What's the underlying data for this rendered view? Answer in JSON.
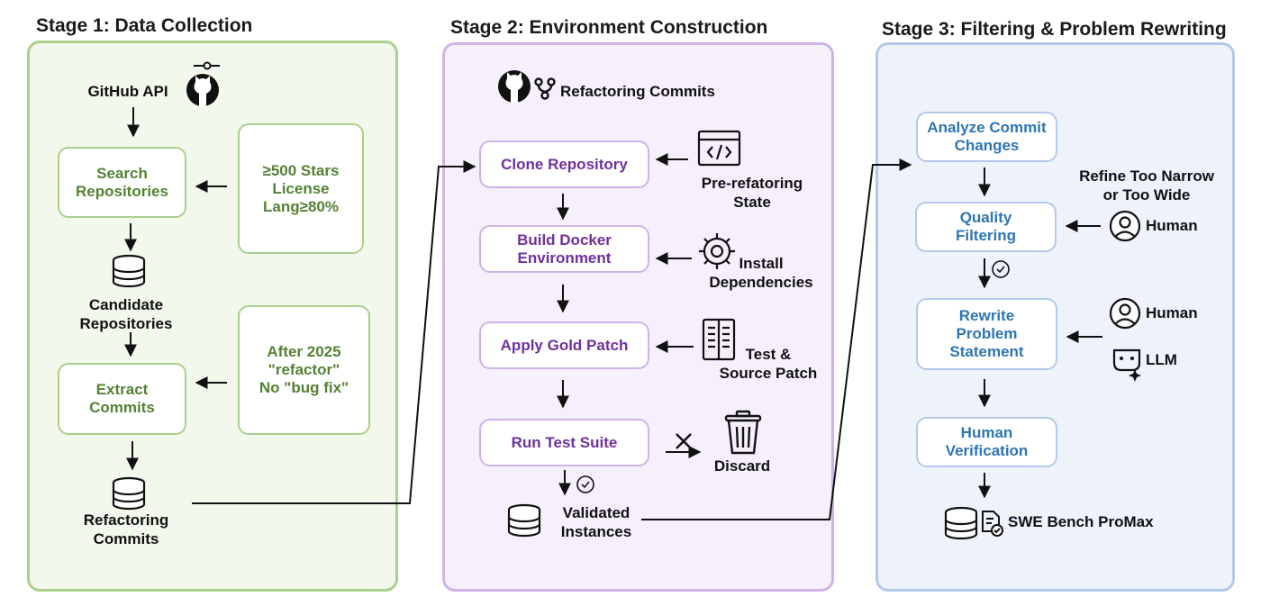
{
  "stage1": {
    "title": "Stage 1: Data Collection",
    "github_api": "GitHub API",
    "search_repositories": "Search\nRepositories",
    "criteria": "≥500 Stars\nLicense\nLang≥80%",
    "candidate_repositories": "Candidate\nRepositories",
    "extract_commits": "Extract\nCommits",
    "commit_filter": "After 2025\n\"refactor\"\nNo \"bug fix\"",
    "refactoring_commits": "Refactoring\nCommits"
  },
  "stage2": {
    "title": "Stage 2: Environment Construction",
    "header": "Refactoring Commits",
    "clone_repository": "Clone Repository",
    "pre_refactoring_state": "Pre-refatoring\nState",
    "build_docker": "Build Docker\nEnvironment",
    "install_dependencies": "Install\nDependencies",
    "apply_gold_patch": "Apply Gold Patch",
    "test_source_patch": "Test &\nSource Patch",
    "run_test_suite": "Run Test Suite",
    "discard": "Discard",
    "validated_instances": "Validated\nInstances"
  },
  "stage3": {
    "title": "Stage 3: Filtering & Problem Rewriting",
    "analyze_commit": "Analyze Commit\nChanges",
    "refine_note": "Refine Too Narrow\nor Too Wide",
    "quality_filtering": "Quality\nFiltering",
    "human_1": "Human",
    "rewrite_problem": "Rewrite\nProblem\nStatement",
    "human_2": "Human",
    "llm": "LLM",
    "human_verification": "Human\nVerification",
    "output": "SWE Bench ProMax"
  },
  "colors": {
    "green": "#548235",
    "purple": "#7030a0",
    "blue": "#2e75b6"
  },
  "icons": [
    "github-icon",
    "database-icon",
    "git-branch-icon",
    "code-window-icon",
    "gear-icon",
    "document-icon",
    "trash-icon",
    "cross-icon",
    "check-circle-icon",
    "person-icon",
    "robot-icon"
  ]
}
